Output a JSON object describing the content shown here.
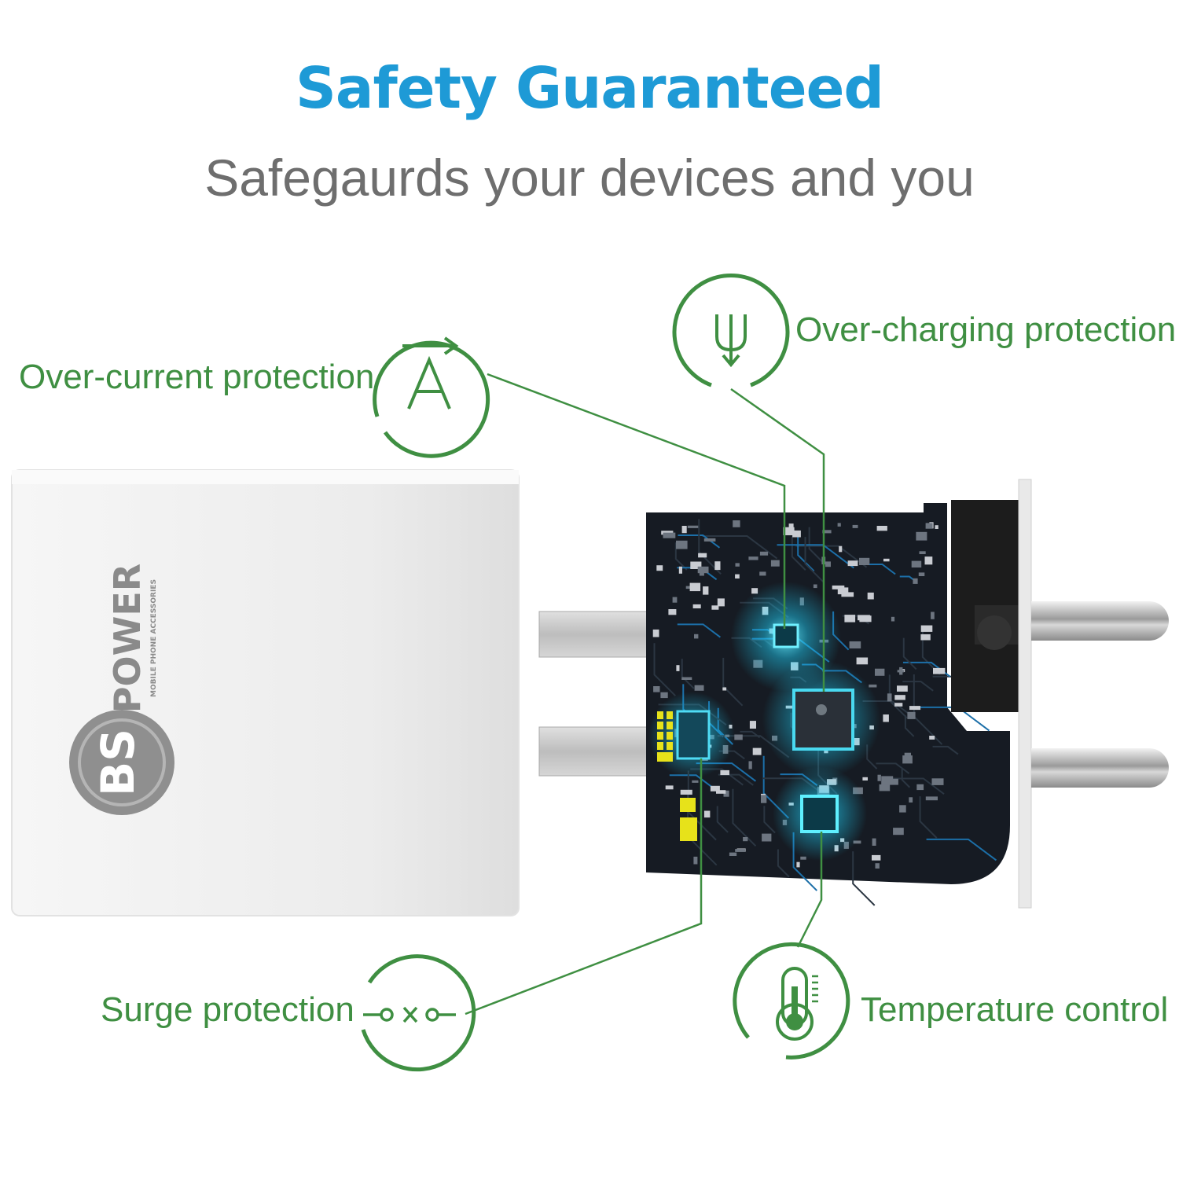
{
  "header": {
    "title": "Safety Guaranteed",
    "subtitle": "Safegaurds your devices and you"
  },
  "brand": {
    "logo_text": "BS",
    "name": "POWER",
    "tagline": "MOBILE PHONE ACCESSORIES"
  },
  "features": [
    {
      "label": "Over-current protection",
      "icon": "ammeter-arrow-icon"
    },
    {
      "label": "Over-charging protection",
      "icon": "battery-down-arrow-icon"
    },
    {
      "label": "Surge protection",
      "icon": "switch-circuit-icon"
    },
    {
      "label": "Temperature control",
      "icon": "thermometer-icon"
    }
  ],
  "colors": {
    "title": "#1e9ad6",
    "subtitle": "#6e6e6e",
    "feature_green": "#3f8f42",
    "board": "#151a22",
    "chip_glow": "#1fd6ff"
  }
}
